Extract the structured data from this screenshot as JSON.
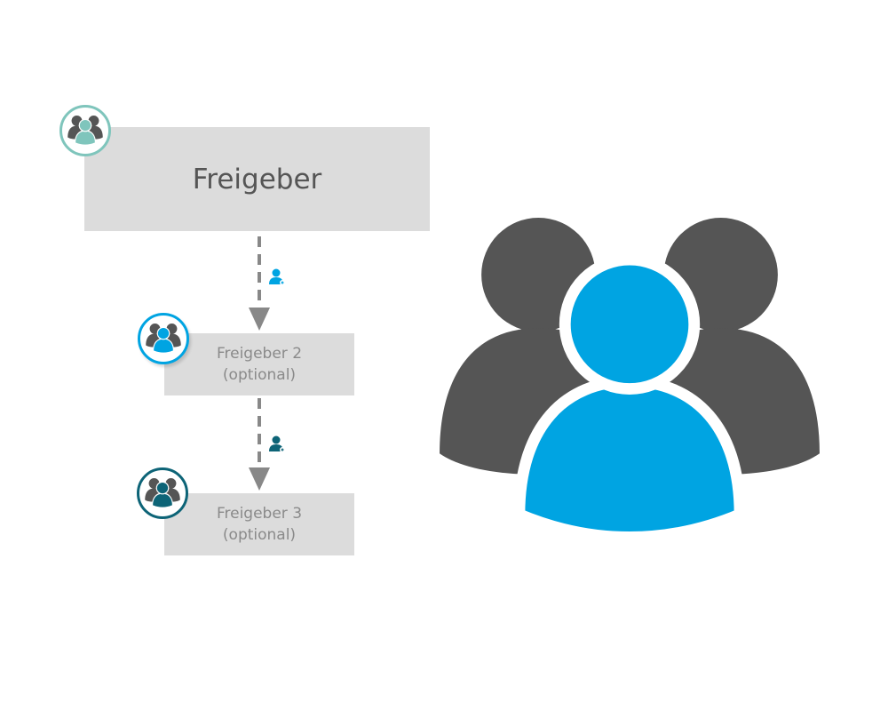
{
  "steps": [
    {
      "title": "Freigeber",
      "subtitle": null
    },
    {
      "title": "Freigeber 2",
      "subtitle": "(optional)"
    },
    {
      "title": "Freigeber 3",
      "subtitle": "(optional)"
    }
  ],
  "colors": {
    "step1": "#7fc5bc",
    "step2": "#00a4e2",
    "step3": "#0d6477",
    "dark": "#555555",
    "box": "#dcdcdc",
    "arrow": "#888888"
  }
}
